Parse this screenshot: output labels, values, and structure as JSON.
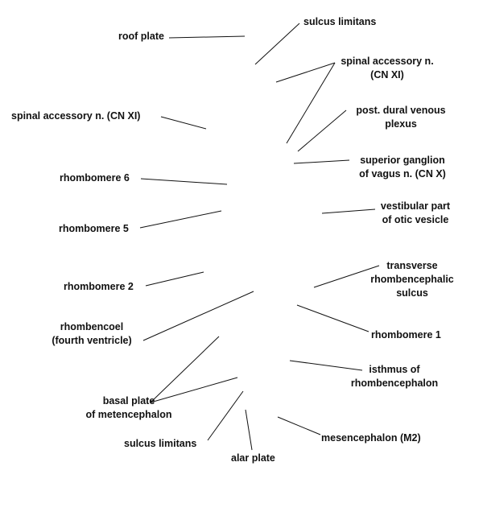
{
  "labels": {
    "roof_plate": "roof plate",
    "sulcus_limitans_top": "sulcus limitans",
    "spinal_accessory_right": [
      "spinal accessory n.",
      "(CN XI)"
    ],
    "spinal_accessory_left": "spinal accessory n. (CN XI)",
    "post_dural_venous_plexus": [
      "post. dural venous",
      "plexus"
    ],
    "superior_ganglion": [
      "superior ganglion",
      "of vagus n. (CN X)"
    ],
    "rhombomere_6": "rhombomere 6",
    "vestibular_part": [
      "vestibular part",
      "of otic vesicle"
    ],
    "rhombomere_5": "rhombomere 5",
    "transverse_sulcus": [
      "transverse",
      "rhombencephalic",
      "sulcus"
    ],
    "rhombomere_2": "rhombomere 2",
    "rhombencoel": [
      "rhombencoel",
      "(fourth ventricle)"
    ],
    "rhombomere_1": "rhombomere 1",
    "isthmus": [
      "isthmus of",
      "rhombencephalon"
    ],
    "basal_plate": [
      "basal plate",
      "of metencephalon"
    ],
    "mesencephalon": "mesencephalon (M2)",
    "sulcus_limitans_bottom": "sulcus limitans",
    "alar_plate": "alar plate"
  },
  "colors": {
    "background": "#ffffff",
    "text": "#111111",
    "line": "#111111"
  }
}
